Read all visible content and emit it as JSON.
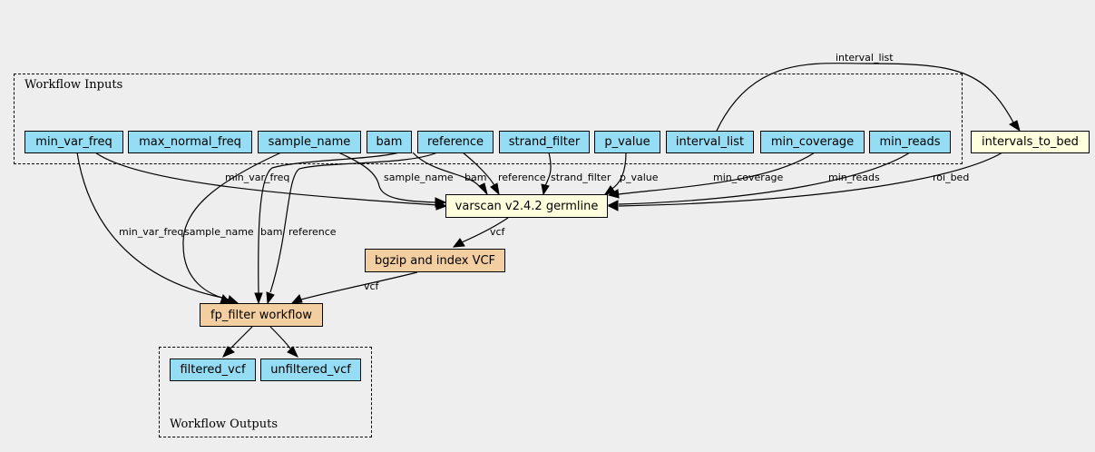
{
  "clusters": {
    "inputs_label": "Workflow Inputs",
    "outputs_label": "Workflow Outputs"
  },
  "inputs": {
    "min_var_freq": "min_var_freq",
    "max_normal_freq": "max_normal_freq",
    "sample_name": "sample_name",
    "bam": "bam",
    "reference": "reference",
    "strand_filter": "strand_filter",
    "p_value": "p_value",
    "interval_list": "interval_list",
    "min_coverage": "min_coverage",
    "min_reads": "min_reads"
  },
  "steps": {
    "intervals_to_bed": "intervals_to_bed",
    "varscan": "varscan v2.4.2 germline",
    "bgzip": "bgzip and index VCF",
    "fp_filter": "fp_filter workflow"
  },
  "outputs": {
    "filtered_vcf": "filtered_vcf",
    "unfiltered_vcf": "unfiltered_vcf"
  },
  "edge_labels": {
    "interval_list": "interval_list",
    "min_var_freq_vs": "min_var_freq",
    "sample_name_vs": "sample_name",
    "bam_vs": "bam",
    "reference_vs": "reference",
    "strand_filter_vs": "strand_filter",
    "p_value_vs": "p_value",
    "min_coverage_vs": "min_coverage",
    "min_reads_vs": "min_reads",
    "roi_bed": "roi_bed",
    "vcf_vs_bgzip": "vcf",
    "min_var_freq_fp": "min_var_freq",
    "sample_name_fp": "sample_name",
    "bam_fp": "bam",
    "reference_fp": "reference",
    "vcf_bgzip_fp": "vcf"
  },
  "colors": {
    "background": "#eeeeee",
    "io_node": "#94ddf4",
    "tool_node": "#ffffdd",
    "subworkflow_node": "#f3cea1"
  }
}
